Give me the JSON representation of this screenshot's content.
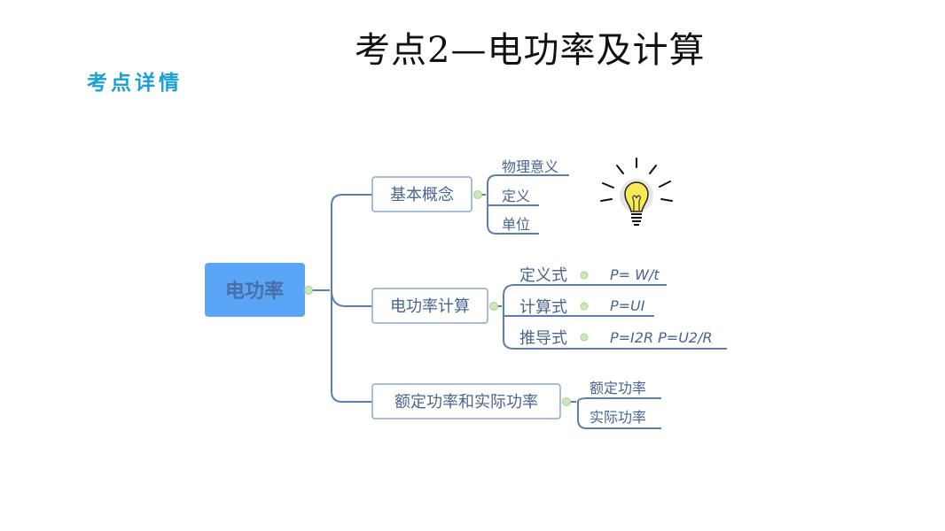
{
  "header": {
    "title": "考点2—电功率及计算",
    "subtitle": "考点详情"
  },
  "mindmap": {
    "root": {
      "label": "电功率",
      "color": "#5aa5f5"
    },
    "branches": [
      {
        "label": "基本概念",
        "children": [
          {
            "label": "物理意义"
          },
          {
            "label": "定义"
          },
          {
            "label": "单位"
          }
        ]
      },
      {
        "label": "电功率计算",
        "children": [
          {
            "label": "定义式",
            "formula": "P= W/t"
          },
          {
            "label": "计算式",
            "formula": "P=UI"
          },
          {
            "label": "推导式",
            "formula": "P=I2R  P=U2/R"
          }
        ]
      },
      {
        "label": "额定功率和实际功率",
        "children": [
          {
            "label": "额定功率"
          },
          {
            "label": "实际功率"
          }
        ]
      }
    ],
    "line_color": "#5b7fb5",
    "collapse_dot_color": "#a8d08d"
  },
  "decoration": {
    "icon": "light-bulb-icon"
  }
}
